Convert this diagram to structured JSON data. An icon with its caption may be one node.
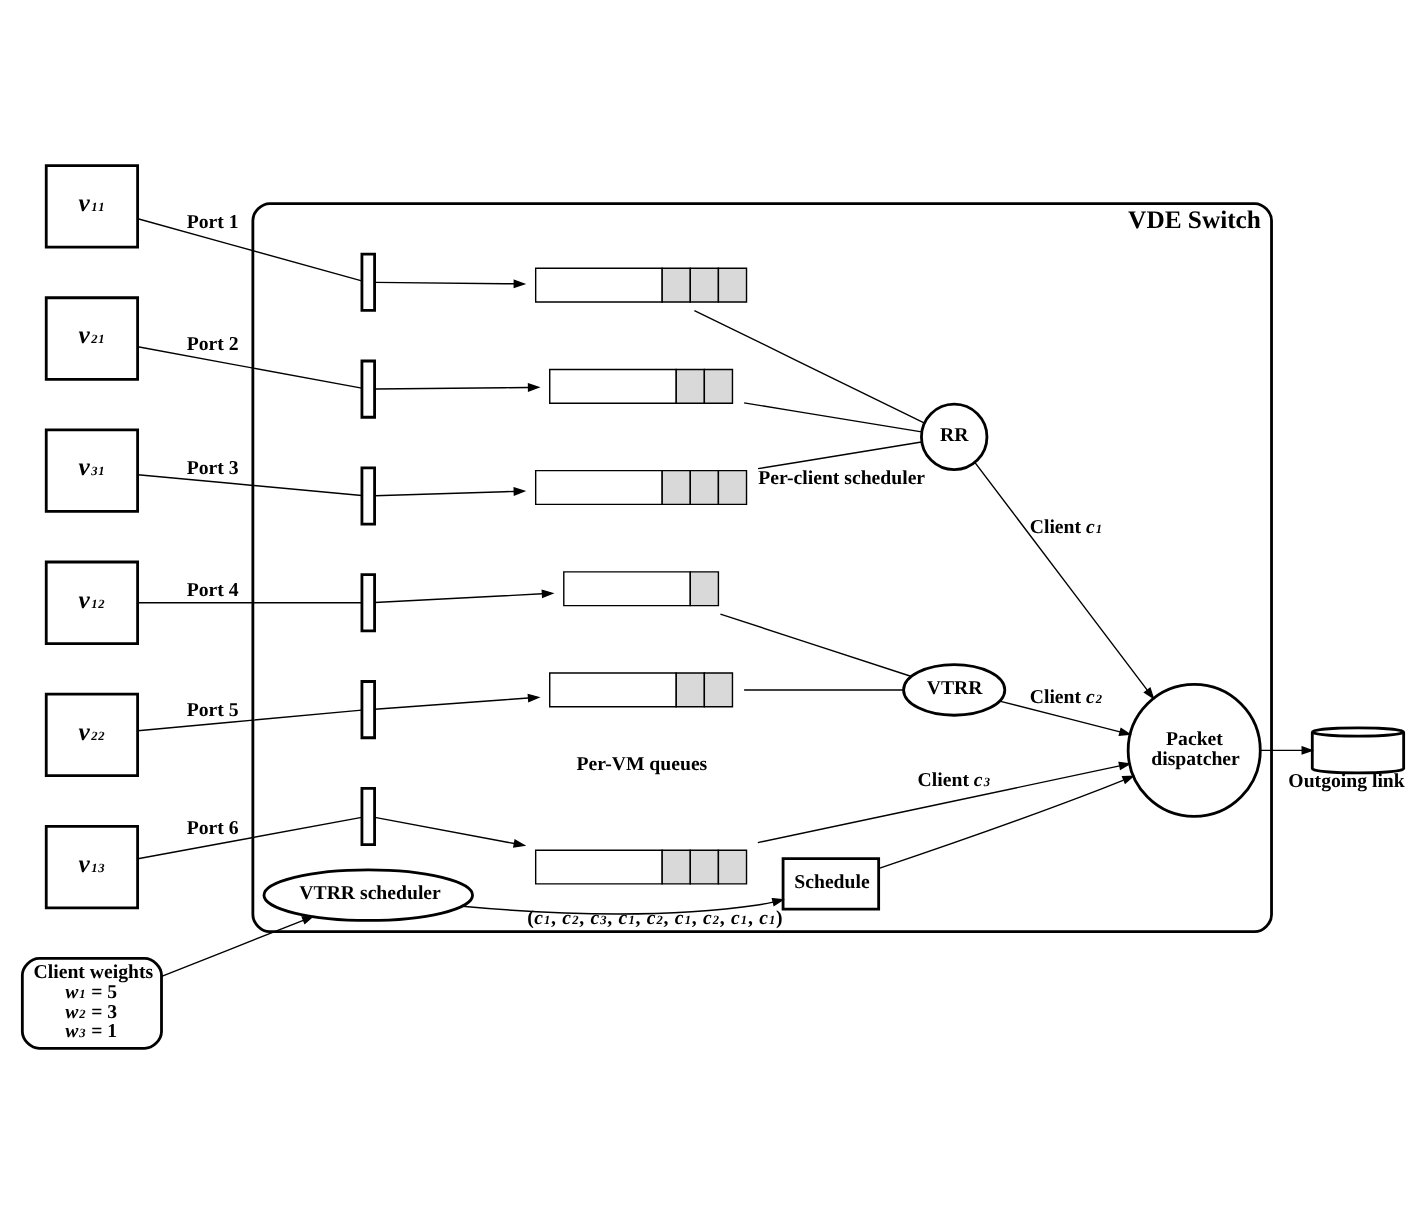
{
  "diagram": {
    "nodes": [
      {
        "text": [
          "VDE Switch"
        ]
      },
      {
        "text": [
          "*v*$_{1}$$^{1}$"
        ]
      },
      {
        "text": [
          "*v*$_{2}$$^{1}$"
        ]
      },
      {
        "text": [
          "*v*$_{3}$$^{1}$"
        ]
      },
      {
        "text": [
          "*v*$_{1}$$^{2}$"
        ]
      },
      {
        "text": [
          "*v*$_{2}$$^{2}$"
        ]
      },
      {
        "text": [
          "*v*$_{1}$$^{3}$"
        ]
      },
      {
        "text": [],
        "shape": "bar",
        "in": 0
      },
      {
        "text": [],
        "shape": "bar",
        "in": 0
      },
      {
        "text": [],
        "shape": "bar",
        "in": 0
      },
      {
        "text": [],
        "shape": "bar",
        "in": 0
      },
      {
        "text": [],
        "shape": "bar",
        "in": 0
      },
      {
        "text": [],
        "shape": "bar",
        "in": 0
      },
      {
        "text": [],
        "shape": "box",
        "in": 0
      },
      {
        "text": [],
        "shape": "box",
        "in": 0
      },
      {
        "text": [],
        "shape": "box",
        "in": 0
      },
      {
        "text": [],
        "shape": "box",
        "in": 0
      },
      {
        "text": [],
        "shape": "box",
        "in": 0
      },
      {
        "text": [],
        "shape": "box",
        "in": 0
      },
      {
        "text": [
          "RR"
        ],
        "beside": [
          "Per-client scheduler"
        ],
        "in": 0
      },
      {
        "text": [
          "VTRR"
        ],
        "in": 0
      },
      {
        "text": [
          "Packet dispatcher"
        ],
        "in": 0
      },
      {
        "text": [
          "Outgoing link"
        ]
      },
      {
        "text": [
          "Client weights",
          "*w*$_{1}$ = 5",
          "*w*$_{2}$ = 3",
          "*w*$_{3}$ = 1"
        ]
      },
      {
        "text": [
          "VTRR scheduler"
        ],
        "in": 0
      },
      {
        "text": [
          "Schedule"
        ],
        "beside": [
          "(*c*$_{1}$, *c*$_{2}$, *c*$_{3}$, *c*$_{1}$, *c*$_{2}$, *c*$_{1}$, *c*$_{2}$, *c*$_{1}$, *c*$_{1}$)"
        ],
        "in": 0
      }
    ],
    "edges": [
      {
        "from": 1,
        "to": 7,
        "arrow": "none",
        "label": "Port 1"
      },
      {
        "from": 2,
        "to": 8,
        "arrow": "none",
        "label": "Port 2"
      },
      {
        "from": 3,
        "to": 9,
        "arrow": "none",
        "label": "Port 3"
      },
      {
        "from": 4,
        "to": 10,
        "arrow": "none",
        "label": "Port 4"
      },
      {
        "from": 5,
        "to": 11,
        "arrow": "none",
        "label": "Port 5"
      },
      {
        "from": 6,
        "to": 12,
        "arrow": "none",
        "label": "Port 6"
      },
      {
        "from": 7,
        "to": 13,
        "arrow": "to"
      },
      {
        "from": 8,
        "to": 14,
        "arrow": "to"
      },
      {
        "from": 9,
        "to": 15,
        "arrow": "to"
      },
      {
        "from": 10,
        "to": 16,
        "arrow": "to"
      },
      {
        "from": 11,
        "to": 17,
        "arrow": "to"
      },
      {
        "from": 12,
        "to": 18,
        "arrow": "to"
      },
      {
        "from": 13,
        "to": 19,
        "arrow": "none"
      },
      {
        "from": 14,
        "to": 19,
        "arrow": "none"
      },
      {
        "from": 15,
        "to": 19,
        "arrow": "none"
      },
      {
        "from": 16,
        "to": 20,
        "arrow": "none"
      },
      {
        "from": 17,
        "to": 20,
        "arrow": "none"
      },
      {
        "from": 19,
        "to": 21,
        "arrow": "to",
        "label": "Client *c*$_{1}$"
      },
      {
        "from": 20,
        "to": 21,
        "arrow": "to",
        "label": "Client *c*$_{2}$"
      },
      {
        "from": 18,
        "to": 21,
        "arrow": "to",
        "label": "Client *c*$_{3}$"
      },
      {
        "from": 21,
        "to": 22,
        "arrow": "to"
      },
      {
        "from": 23,
        "to": 24,
        "arrow": "to"
      },
      {
        "from": 24,
        "to": 25,
        "arrow": "to"
      },
      {
        "from": 25,
        "to": 21,
        "arrow": "to"
      }
    ],
    "labels": [
      "Per-VM queues"
    ]
  }
}
